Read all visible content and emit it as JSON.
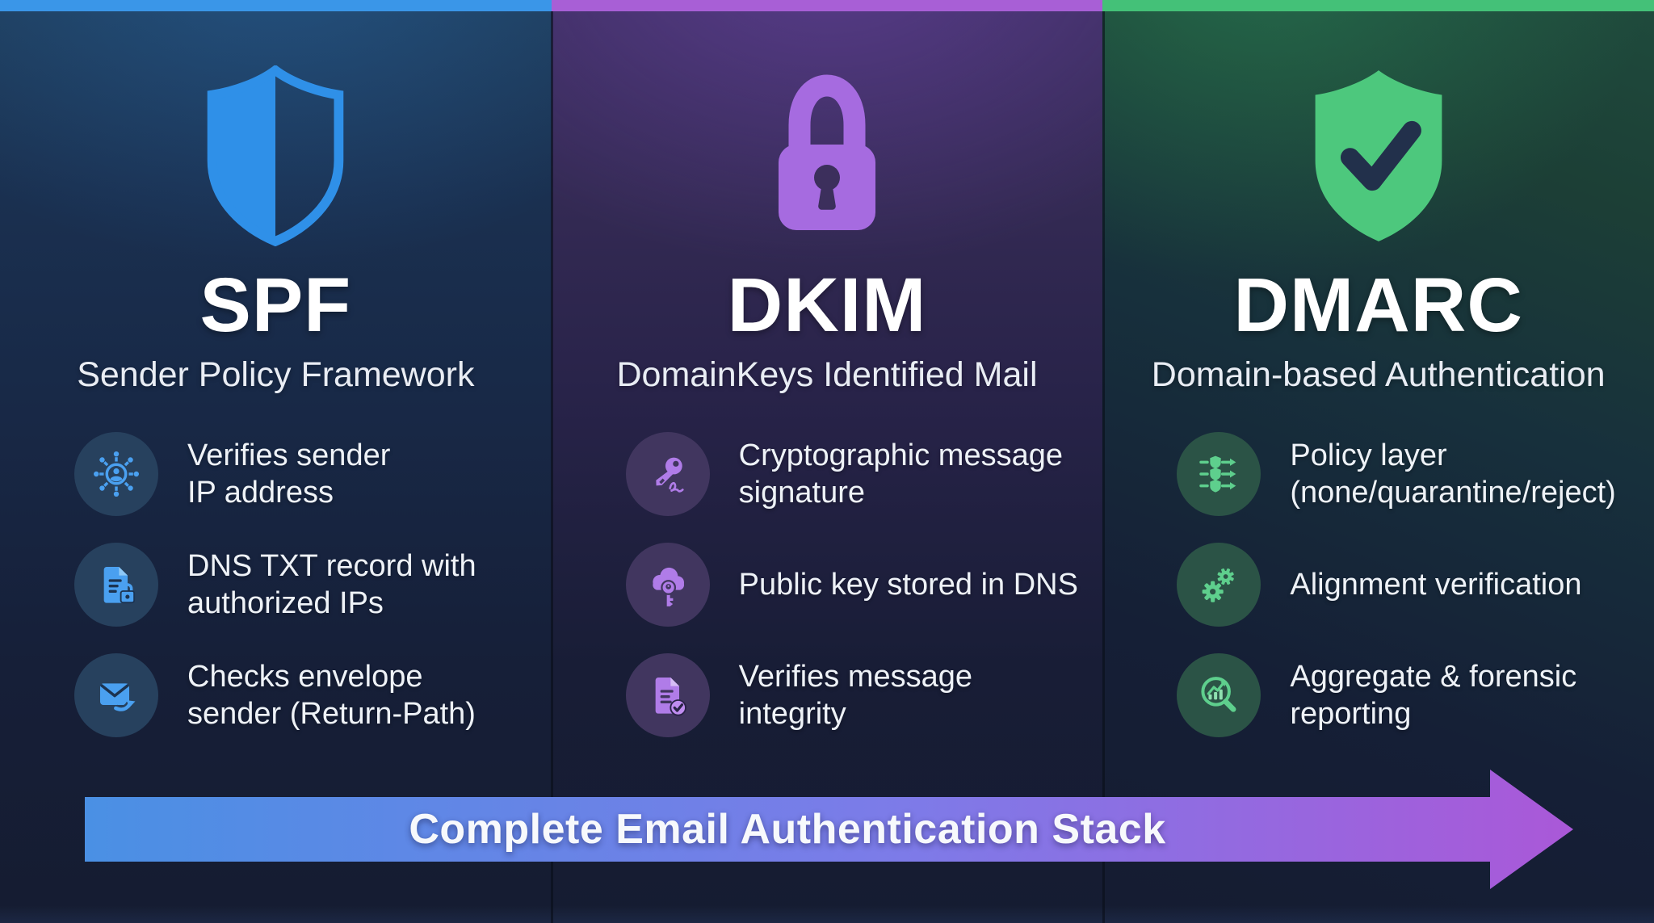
{
  "banner": {
    "label": "Complete Email Authentication Stack",
    "gradient": [
      "#4a90e4",
      "#7d7be8",
      "#aa58d8"
    ]
  },
  "columns": [
    {
      "id": "spf",
      "title": "SPF",
      "subtitle": "Sender Policy Framework",
      "accent": "#3a96e8",
      "hero_icon": "half-shield-icon",
      "bullets": [
        {
          "icon": "network-hub-icon",
          "text": "Verifies sender\nIP address"
        },
        {
          "icon": "dns-record-lock-icon",
          "text": "DNS TXT record with\nauthorized IPs"
        },
        {
          "icon": "envelope-sender-icon",
          "text": "Checks envelope\nsender (Return-Path)"
        }
      ]
    },
    {
      "id": "dkim",
      "title": "DKIM",
      "subtitle": "DomainKeys Identified Mail",
      "accent": "#a85fd6",
      "hero_icon": "padlock-icon",
      "bullets": [
        {
          "icon": "key-signature-icon",
          "text": "Cryptographic message\nsignature"
        },
        {
          "icon": "cloud-key-icon",
          "text": "Public key stored in DNS"
        },
        {
          "icon": "document-check-icon",
          "text": "Verifies message\nintegrity"
        }
      ]
    },
    {
      "id": "dmarc",
      "title": "DMARC",
      "subtitle": "Domain-based Authentication",
      "accent": "#44c178",
      "hero_icon": "check-shield-icon",
      "bullets": [
        {
          "icon": "policy-shields-icon",
          "text": "Policy layer\n(none/quarantine/reject)"
        },
        {
          "icon": "gears-icon",
          "text": "Alignment verification"
        },
        {
          "icon": "chart-magnifier-icon",
          "text": "Aggregate & forensic\nreporting"
        }
      ]
    }
  ]
}
